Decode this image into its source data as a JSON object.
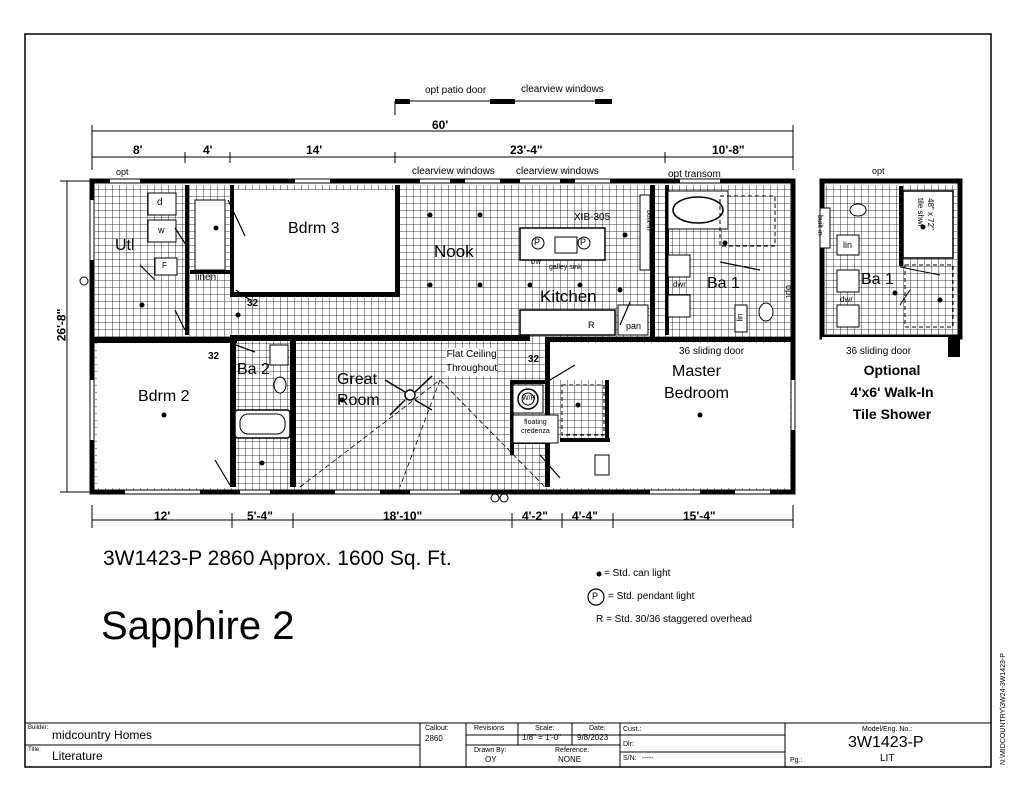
{
  "plan": {
    "top_labels": {
      "opt_patio_door": "opt patio door",
      "clearview_windows": "clearview windows"
    },
    "overall_width": "60'",
    "overall_depth": "26'-8\"",
    "top_dims": [
      "8'",
      "4'",
      "14'",
      "23'-4\"",
      "10'-8\""
    ],
    "bottom_dims": [
      "12'",
      "5'-4\"",
      "18'-10\"",
      "4'-2\"",
      "4'-4\"",
      "15'-4\""
    ],
    "notes": {
      "opt_left": "opt",
      "opt_transom": "opt transom",
      "clearview1": "clearview windows",
      "clearview2": "clearview windows",
      "opt_right": "opt",
      "xib": "XIB-305",
      "galley_sink": "galley sink",
      "dw": "DW",
      "pan": "pan",
      "dwr": "dwr",
      "lin": "lin",
      "linen": "linen",
      "d": "d",
      "w": "w",
      "f": "F",
      "w_h": "W/H",
      "bath_tub": "built-in",
      "sliding_door": "36 sliding door",
      "flat_ceiling": "Flat Ceiling\nThroughout",
      "door_32a": "32",
      "door_32b": "32",
      "door_32c": "32",
      "floating_credenza": "floating\ncredenza",
      "p1": "P",
      "p2": "P",
      "r": "R"
    },
    "rooms": {
      "utl": "Utl",
      "bdrm3": "Bdrm 3",
      "nook": "Nook",
      "kitchen": "Kitchen",
      "ba1": "Ba 1",
      "bdrm2": "Bdrm 2",
      "ba2": "Ba 2",
      "great_room": "Great\nRoom",
      "master": "Master\nBedroom"
    }
  },
  "option": {
    "opt": "opt",
    "shower": "48\" x 72\"\ntile shwr",
    "lin": "lin",
    "dwr": "dwr",
    "ba1": "Ba 1",
    "wh": "built-in",
    "sliding_door": "36 sliding door",
    "caption": [
      "Optional",
      "4'x6' Walk-In",
      "Tile Shower"
    ]
  },
  "model_line": "3W1423-P 2860  Approx. 1600 Sq. Ft.",
  "model_name": "Sapphire 2",
  "legend": {
    "can": "= Std. can light",
    "pendant_symbol": "P",
    "pendant": "= Std. pendant light",
    "overhead": "R = Std. 30/36 staggered overhead"
  },
  "side_text": "N:\\MIDCOUNTRY\\3W24-3W1423-P",
  "title_block": {
    "builder_label": "Builder:",
    "builder": "midcountry Homes",
    "title_label": "Title:",
    "title": "Literature",
    "callout_label": "Callout:",
    "callout": "2860",
    "revisions_label": "Revisions",
    "revisions": "",
    "drawn_label": "Drawn By:",
    "drawn": "OY",
    "scale_label": "Scale:",
    "scale": "1/8\" = 1'-0\"",
    "date_label": "Date:",
    "date": "9/8/2023",
    "reference_label": "Reference:",
    "reference": "NONE",
    "cust_label": "Cust.:",
    "dlr_label": "Dlr:",
    "sn_label": "S/N:",
    "sn": "-----",
    "model_label": "Model/Eng. No.:",
    "model": "3W1423-P",
    "pg_label": "Pg.:",
    "lit": "LIT"
  },
  "colors": {
    "ink": "#000000",
    "paper": "#ffffff",
    "grid": "#000000"
  }
}
